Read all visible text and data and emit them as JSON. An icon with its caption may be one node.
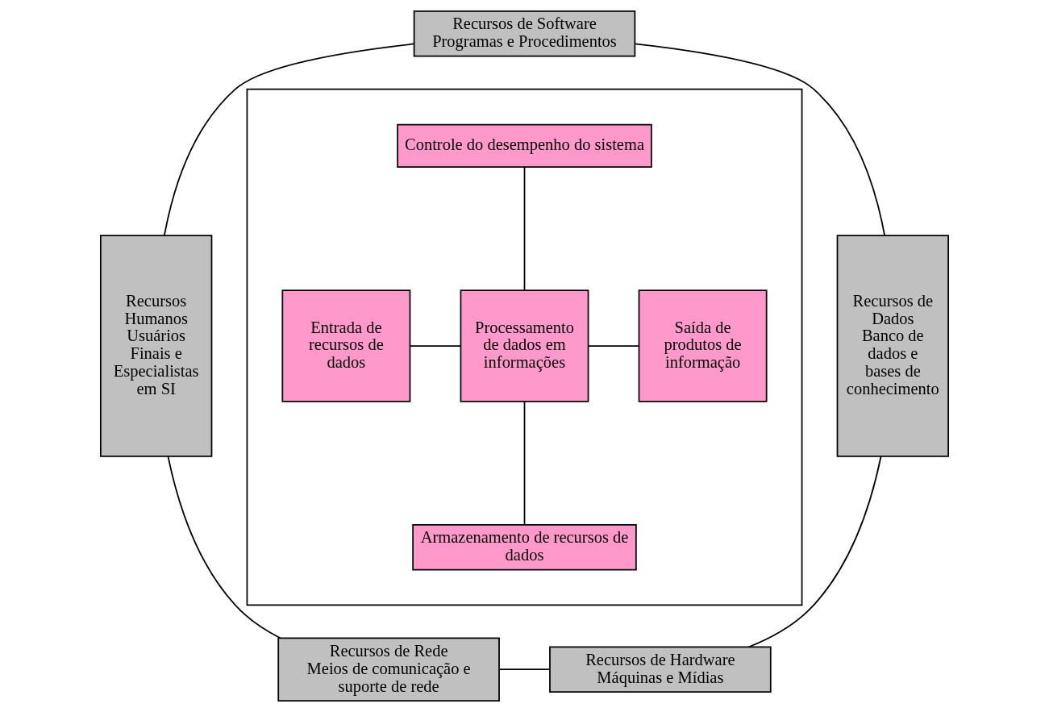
{
  "diagram": {
    "nodes": [
      {
        "text": [
          "Recursos de Software",
          "Programas e Procedimentos"
        ]
      },
      {
        "text": [
          "Recursos Humanos",
          "Usuários Finais e Especialistas em SI"
        ]
      },
      {
        "text": [],
        "shape": "box"
      },
      {
        "text": [
          "Controle do desempenho do sistema"
        ],
        "in": 2
      },
      {
        "text": [
          "Entrada de recursos de dados"
        ],
        "in": 2
      },
      {
        "text": [
          "Processamento de dados em informações"
        ],
        "in": 2
      },
      {
        "text": [
          "Saída de produtos de informação"
        ],
        "in": 2
      },
      {
        "text": [
          "Armazenamento de recursos de dados"
        ],
        "in": 2
      },
      {
        "text": [
          "Recursos de Dados",
          "Banco de dados e bases de conhecimento"
        ]
      },
      {
        "text": [
          "Recursos de Rede",
          "Meios de comunicação e suporte de rede"
        ]
      },
      {
        "text": [
          "Recursos de Hardware",
          "Máquinas e Mídias"
        ]
      }
    ],
    "edges": [
      {
        "from": 0,
        "to": 1,
        "arrow": "none"
      },
      {
        "from": 0,
        "to": 8,
        "arrow": "none"
      },
      {
        "from": 1,
        "to": 9,
        "arrow": "none"
      },
      {
        "from": 9,
        "to": 10,
        "arrow": "none"
      },
      {
        "from": 8,
        "to": 10,
        "arrow": "none"
      },
      {
        "from": 3,
        "to": 5,
        "arrow": "none"
      },
      {
        "from": 4,
        "to": 5,
        "arrow": "none"
      },
      {
        "from": 5,
        "to": 6,
        "arrow": "none"
      },
      {
        "from": 5,
        "to": 7,
        "arrow": "none"
      }
    ]
  }
}
